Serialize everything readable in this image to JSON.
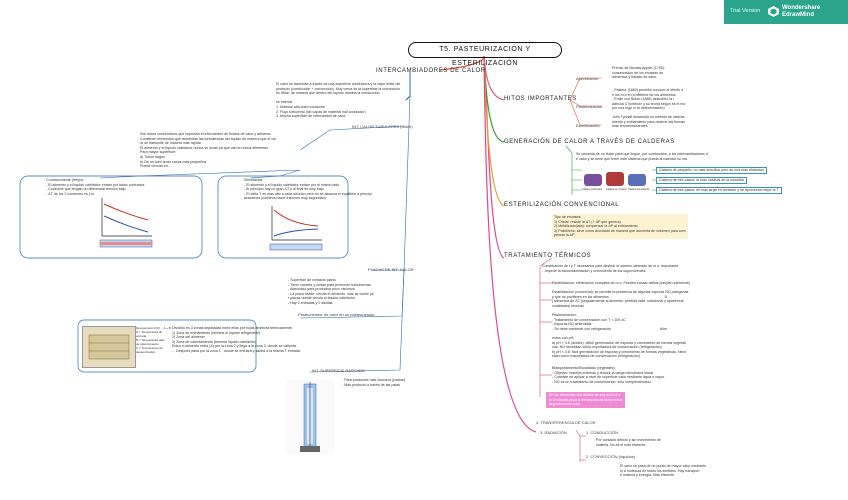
{
  "app": {
    "trial": "Trial Version",
    "brand_line1": "Wondershare",
    "brand_line2": "EdrawMind",
    "accent": "#2aa58c"
  },
  "title": "T5. PASTEURIZACIÓN Y ESTERILIZACIÓN",
  "left": {
    "topic": "INTERCAMBIADORES DE CALOR",
    "intro": "El calor se transmite a través de una superficie conductora y la capa límite del\nproducto (conducción + convección). Muy cerca de la superficie la convección\nes difícil, de manera que dentro del líquido domina la conducción.\n\nse intervie\n1. Material alta buen conductor\n2. Flujo turbulento (sin capas de material mal conductor)\n3. Mucha superficie de intercambio de calor",
    "tubular_label": "INT. CALOR TUBULARES (doble)",
    "tubular_desc": "Son tubos concéntricos que impulsan el intercambio de fluidos de calor y alimento.\nContienen elementos que aumentan las turbulencias del líquido de manera que el cal\nor se transmite de manera más rápida\nEl alimento y el líquido calefactor nunca se tocan ya que van en tubos diferentes\nPara mayor superficie:\na) Tubos largos\nb) De un tubo tener varios más pequeños\nPuede circular en...",
    "contra": "Contracorriente (mejor):\n- El alimento y el líquido calefactor entran por lados contrarios\n- Consume que tengan un diferencial térmico bajo.\n- ΔT de los 2 corrientes es Lm",
    "simul": "Simultánea:\n- El alimento y el líquido calefactor entran por el mismo lado\n- Al principio hay un gran ΔT y al final es muy bajo\n- El delta T es más alto a cada sección pero no se alcanza el equilibrio a principi\nacaciones (conlleva hacer frisiones muy seguridad)",
    "placas_label": "PLACAS DE INT. CALOR",
    "placas_desc": "- Superficie de contacto plana\n- Tiene canales y ondas para promover turbulencias\n- Adecuado para productos poco viscosos\n- La placa divide: circula el alimento, más se cuelle po\nr placas donde circula el líquido calefactor\n- Hay 2 entradas y 2 salidas",
    "pasteurizador_label": "Pasteurizador de calor en un pasteurizador",
    "pasteurizador_desc": "Dividido en 3 zonas separadas entre ellas por hojas ambivirá termicamente.\n1) Zona de enfriamiento (termina el líquido refrigerante)\n2) Zona del alimento\n3) Zona de calentamiento (termina líquido calefactor)\nEntra el alimento entra (A) por la zona 2 y llega a la zona 3, donde se calienta\n... Después pasa por la zona 1 , donde se enfriará y saldrá a la misma T entrada.",
    "pasteur_legend": "Recuperación [%] ... A + B\nA = Temperatura de\nentrada\nB = Temperatura ales\nde calentamiento\nC = Temperatura de\npasteurización",
    "rascada_label": "INT. SUPERFICIE RASCADA",
    "rascada_desc": "- Para productos más viscosos (pastas)\n- Más producto a través de las palas"
  },
  "right": {
    "hitos_topic": "HITOS IMPORTANTES",
    "hitos": [
      {
        "label": "Apertización",
        "text": "Premio de Nicolas Appert (1795):\nconservación de los envases de\nalimentos y tratado de calor."
      },
      {
        "label": "Pasteurización",
        "text": "- Pasteur (1860) permitió conocer el efecto d\ne los m.o en el deterior de los alimentos\n- Emile von Bohm (1886) descubrió la l\nadecua C lumbruin y su teoría según es el mo\npor una higo el fa determinación)"
      },
      {
        "label": "Esterilización",
        "text": "John Tyndall desarrolla un método de calenta\nmiento y enfriamiento para destruir las formas\nmás termorresistentes"
      }
    ],
    "gen_topic": "GENERACIÓN DE CALOR A TRAVÉS DE CALDERAS",
    "gen_desc": "Se necesita de un fluido para que llegue, por combustión, a los intercambiadores d\ne calor y se tiene que tener este sistema que pueda al calentar su ma.",
    "gen_items": [
      "Caldera de pequeño: no más sencillos pero su mía más eficientes",
      "Caldera de tres pasos: la más habitual en la industria",
      "Caldera de tres pasos: es más larga en contacto y se aprovecha mejor la T"
    ],
    "gen_images": [
      "Caldera pirotubular",
      "Caldera de 3 pasos",
      "Caldera acuotubular"
    ],
    "est_topic": "ESTERILIZACIÓN  CONVENCIONAL",
    "est_desc": "Tipo de envases:\n1) Cristal: resiste la ΔT (+ ΔP que genera)\n2) Metalizado(lata): compensar la ΔP al enfriamiento\n3) Polietileno: sirve como acuntado de manera que aumenta de volumen para com\npensar la ΔP",
    "trat_topic": "TRATAMIENTO TÉRMICOS",
    "trat_intro": "Combinación de t y T necesarios para destruir el número deseado de m.o. Importante\n...impedir la biocontaminación y crecimiento de los superviventes.",
    "trat_items": [
      "Estabilización: eliminación completa de m.o. Pueden causar daños pon(del nutriciente)",
      "Estabilización (comercial): se permite la presencia de algunas esporas NO patógenas\ny que no proliferen en los alimentos                                                        D\n| alimentos de ΔT (singularmente al alimento, perdida valor nutricional y apariencia\ncualidades) teóricas",
      "Pasteurización:\n- Tratamiento de conservación con T < 100 oC\n- Esporas NO destruidas\n- Se debe combinar con refrigeración                                                 Alim\n\nentos con pH:\na) pH > 4.6 (acidez): difícil germinación de esporas y crecimiento de formas vegetati\nvas. NO necesitan cómo exportadora de conservación (refrigeración)\nb) pH < 4.6: fácil germinación de esporas y crecimiento de formas vegetativas. Nece\nsitan como exportadora de conservación (refrigeración)",
      "Blanqueamiento/Escaldado (vegetales):\n- Objetivo: inactiva enzimas y reducir la carga microbiana inicial\n- Consiste en aplicar a nivel de superficie calor mediante agua o vapor.\n- NO es un tratamiento de conservación: solo complementario"
    ],
    "trat_pink": "En los alimentos con acidez de soy activ dl e\nla tendencia para la temporada de bloqueante\nla germinación total",
    "trans_topic": "4. TRANSFERENCIA DE CALOR",
    "trans_label": "3. RADIACIÓN",
    "trans_items": [
      {
        "label": "1. CONDUCCIÓN",
        "text": "Por contacto directo y sin movimiento de\nmateria. No es el más eficiente."
      },
      {
        "label": "2. CONVECCIÓN (líquidos)",
        "text": "El calor se pasa de un punto de mayor calor mediante\nel a molécula en todos los sentidos. Hay transport\ne materia y energía. Más eficiente"
      }
    ]
  }
}
